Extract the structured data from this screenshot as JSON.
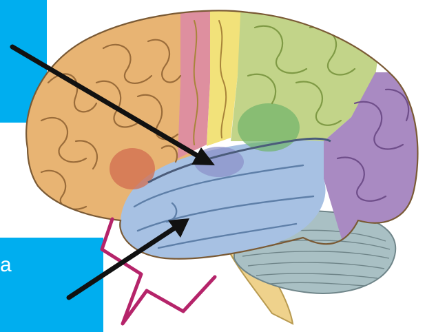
{
  "colors": {
    "label_box": "#00aeef",
    "frontal_lobe": "#e8b473",
    "premotor_strip": "#de8f9f",
    "motor_strip": "#f2e27a",
    "parietal_lobe": "#c2d489",
    "occipital_lobe": "#a98ac2",
    "temporal_lobe": "#a7c1e3",
    "cerebellum": "#a9c0c4",
    "brainstem": "#efd28c",
    "broca_area": "#d26c4f",
    "wernicke_area": "#6fb46a",
    "auditory_spot": "#8a8fc8",
    "bracket": "#b5246a",
    "arrow": "#111111",
    "sulcus": "#9a6c3a"
  },
  "labels": {
    "top_box_text": "",
    "bottom_box_text": "a"
  },
  "icons": {
    "arrow_1": "arrow-pointing-to-lateral-sulcus",
    "arrow_2": "arrow-pointing-to-temporal-lobe",
    "bracket": "bracket-marking-temporal-lobe"
  }
}
